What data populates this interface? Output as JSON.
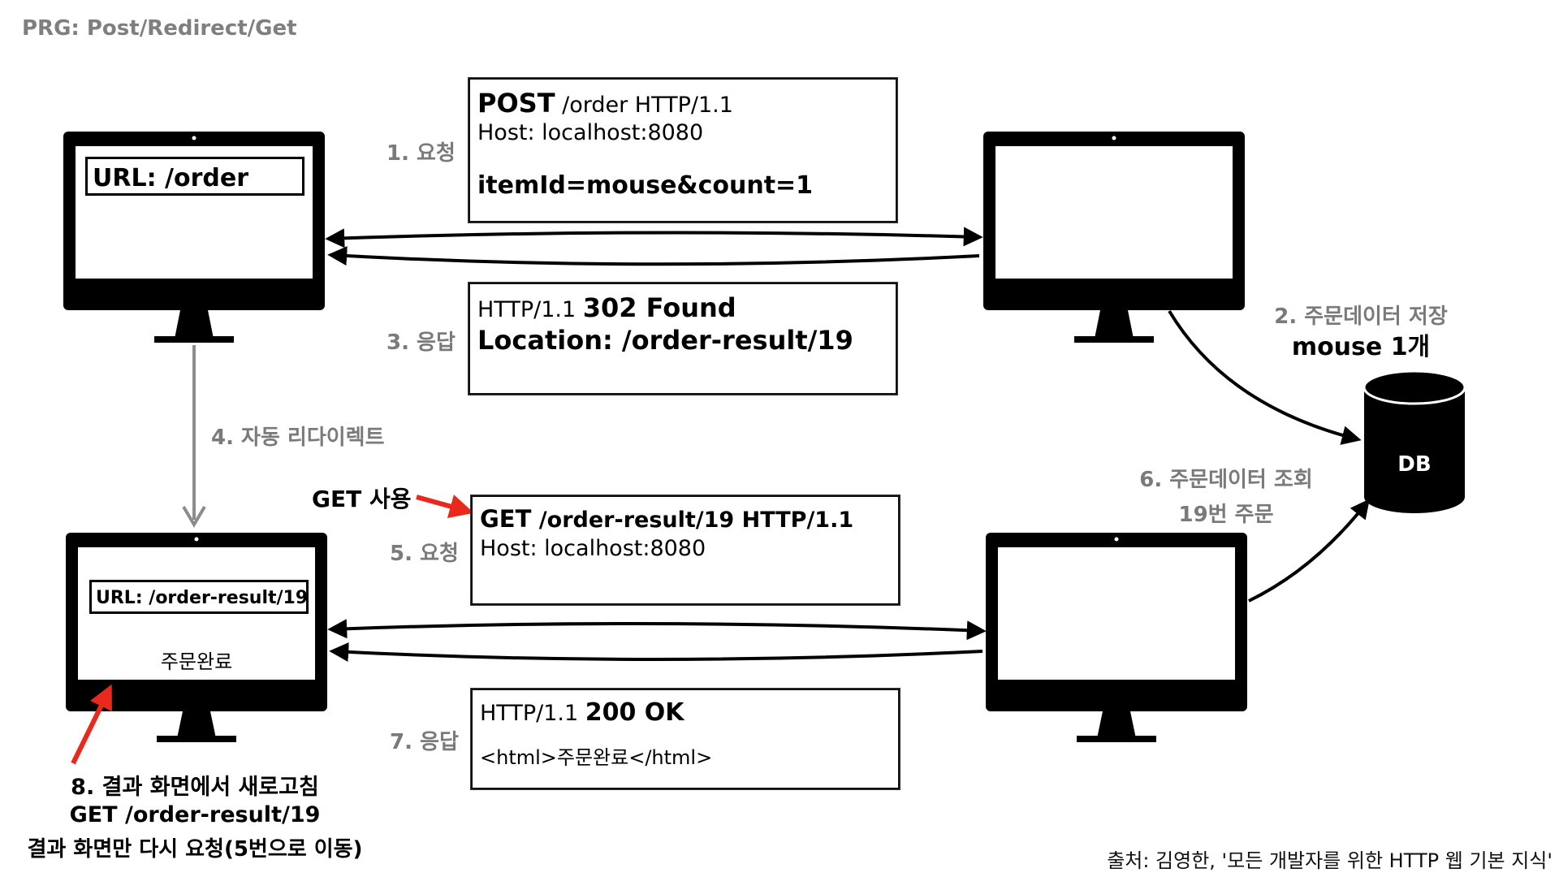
{
  "title": "PRG: Post/Redirect/Get",
  "steps": {
    "s1": "1. 요청",
    "s2_line1": "2. 주문데이터 저장",
    "s2_line2": "mouse 1개",
    "s3": "3. 응답",
    "s4": "4. 자동 리다이렉트",
    "s5": "5. 요청",
    "s6_line1": "6. 주문데이터 조회",
    "s6_line2": "19번 주문",
    "s7": "7. 응답",
    "s8_line1": "8. 결과 화면에서 새로고침",
    "s8_line2": "GET /order-result/19",
    "s8_line3": "결과 화면만 다시 요청(5번으로 이동)",
    "get_use": "GET 사용"
  },
  "client_top": {
    "url": "URL: /order"
  },
  "client_bottom": {
    "url": "URL: /order-result/19",
    "content": "주문완료"
  },
  "msg_post": {
    "method": "POST",
    "request_line": " /order HTTP/1.1",
    "host": "Host: localhost:8080",
    "body": "itemId=mouse&count=1"
  },
  "msg_302": {
    "version": "HTTP/1.1 ",
    "status": "302 Found",
    "location": "Location: /order-result/19"
  },
  "msg_get": {
    "method": "GET",
    "request_line": " /order-result/19 HTTP/1.1",
    "host": "Host: localhost:8080"
  },
  "msg_200": {
    "version": "HTTP/1.1 ",
    "status": "200 OK",
    "body": "<html>주문완료</html>"
  },
  "db_label": "DB",
  "source": "출처: 김영한, '모든 개발자를 위한 HTTP 웹 기본 지식'",
  "colors": {
    "accent_red": "#e8291c",
    "label_gray": "#7a7a7a",
    "arrow_gray": "#8c8c8c"
  }
}
